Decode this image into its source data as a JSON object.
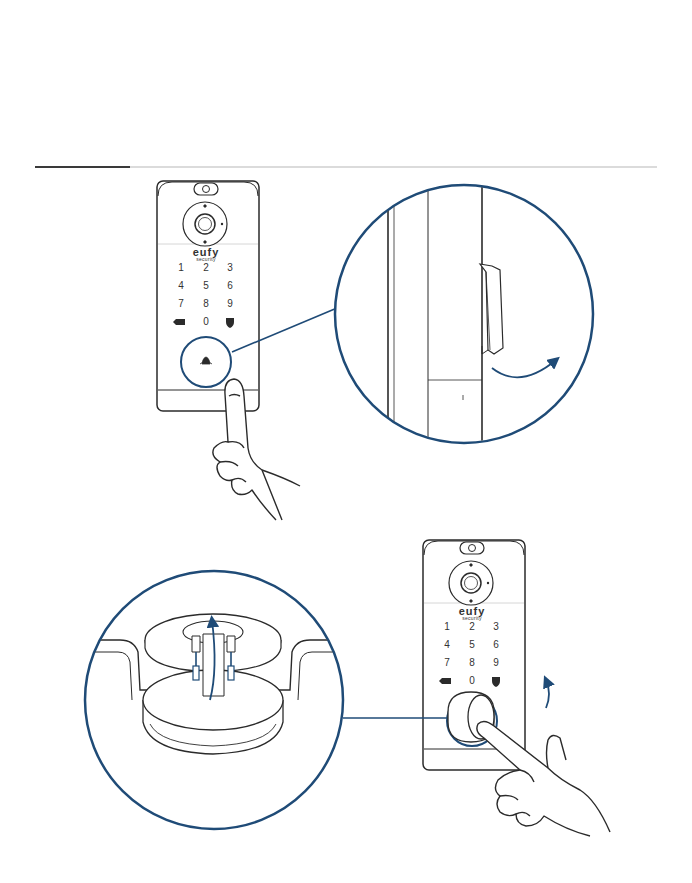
{
  "diagram": {
    "labels": [
      "eufy",
      "security",
      "1",
      "2",
      "3",
      "4",
      "5",
      "6",
      "7",
      "8",
      "9",
      "0",
      "eufy",
      "security",
      "1",
      "2",
      "3",
      "4",
      "5",
      "6",
      "7",
      "8",
      "9",
      "0"
    ]
  }
}
